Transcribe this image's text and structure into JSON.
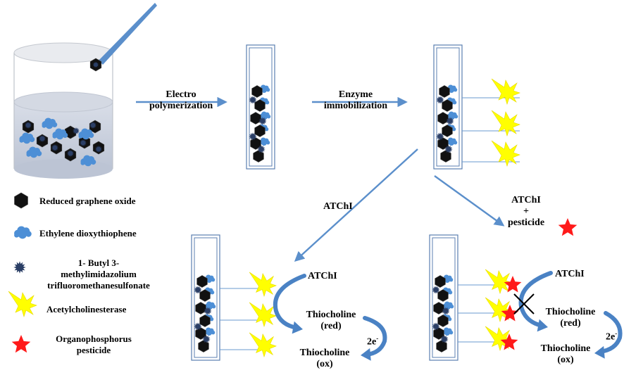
{
  "steps": {
    "step1_label_line1": "Electro",
    "step1_label_line2": "polymerization",
    "step2_label_line1": "Enzyme",
    "step2_label_line2": "immobilization"
  },
  "branches": {
    "left_label": "ATChI",
    "right_label_line1": "ATChI",
    "right_label_line2": "+",
    "right_label_line3": "pesticide"
  },
  "reaction": {
    "substrate": "ATChI",
    "product_red_line1": "Thiocholine",
    "product_red_line2": "(red)",
    "product_ox_line1": "Thiocholine",
    "product_ox_line2": "(ox)",
    "electrons_base": "2e",
    "electrons_sup": "-"
  },
  "legend": {
    "items": [
      {
        "icon": "hexagon-icon",
        "text": "Reduced graphene oxide"
      },
      {
        "icon": "cloud-icon",
        "text": "Ethylene dioxythiophene"
      },
      {
        "icon": "spiked-sphere-icon",
        "text_line1": "1- Butyl 3-",
        "text_line2": "methylimidazolium",
        "text_line3": "trifluoromethanesulfonate"
      },
      {
        "icon": "yellow-star-icon",
        "text": "Acetylcholinesterase"
      },
      {
        "icon": "red-star-icon",
        "text_line1": "Organophosphorus",
        "text_line2": "pesticide"
      }
    ]
  },
  "colors": {
    "arrow": "#5b8fcb",
    "cloud": "#4d8fd6",
    "hexagon": "#111111",
    "spiked": "#2b3f66",
    "yellow_star": "#ffff00",
    "red_star": "#ff1a1a",
    "electrode_stroke": "#5b7fb0",
    "beaker_liquid": "#c8cfdc"
  }
}
